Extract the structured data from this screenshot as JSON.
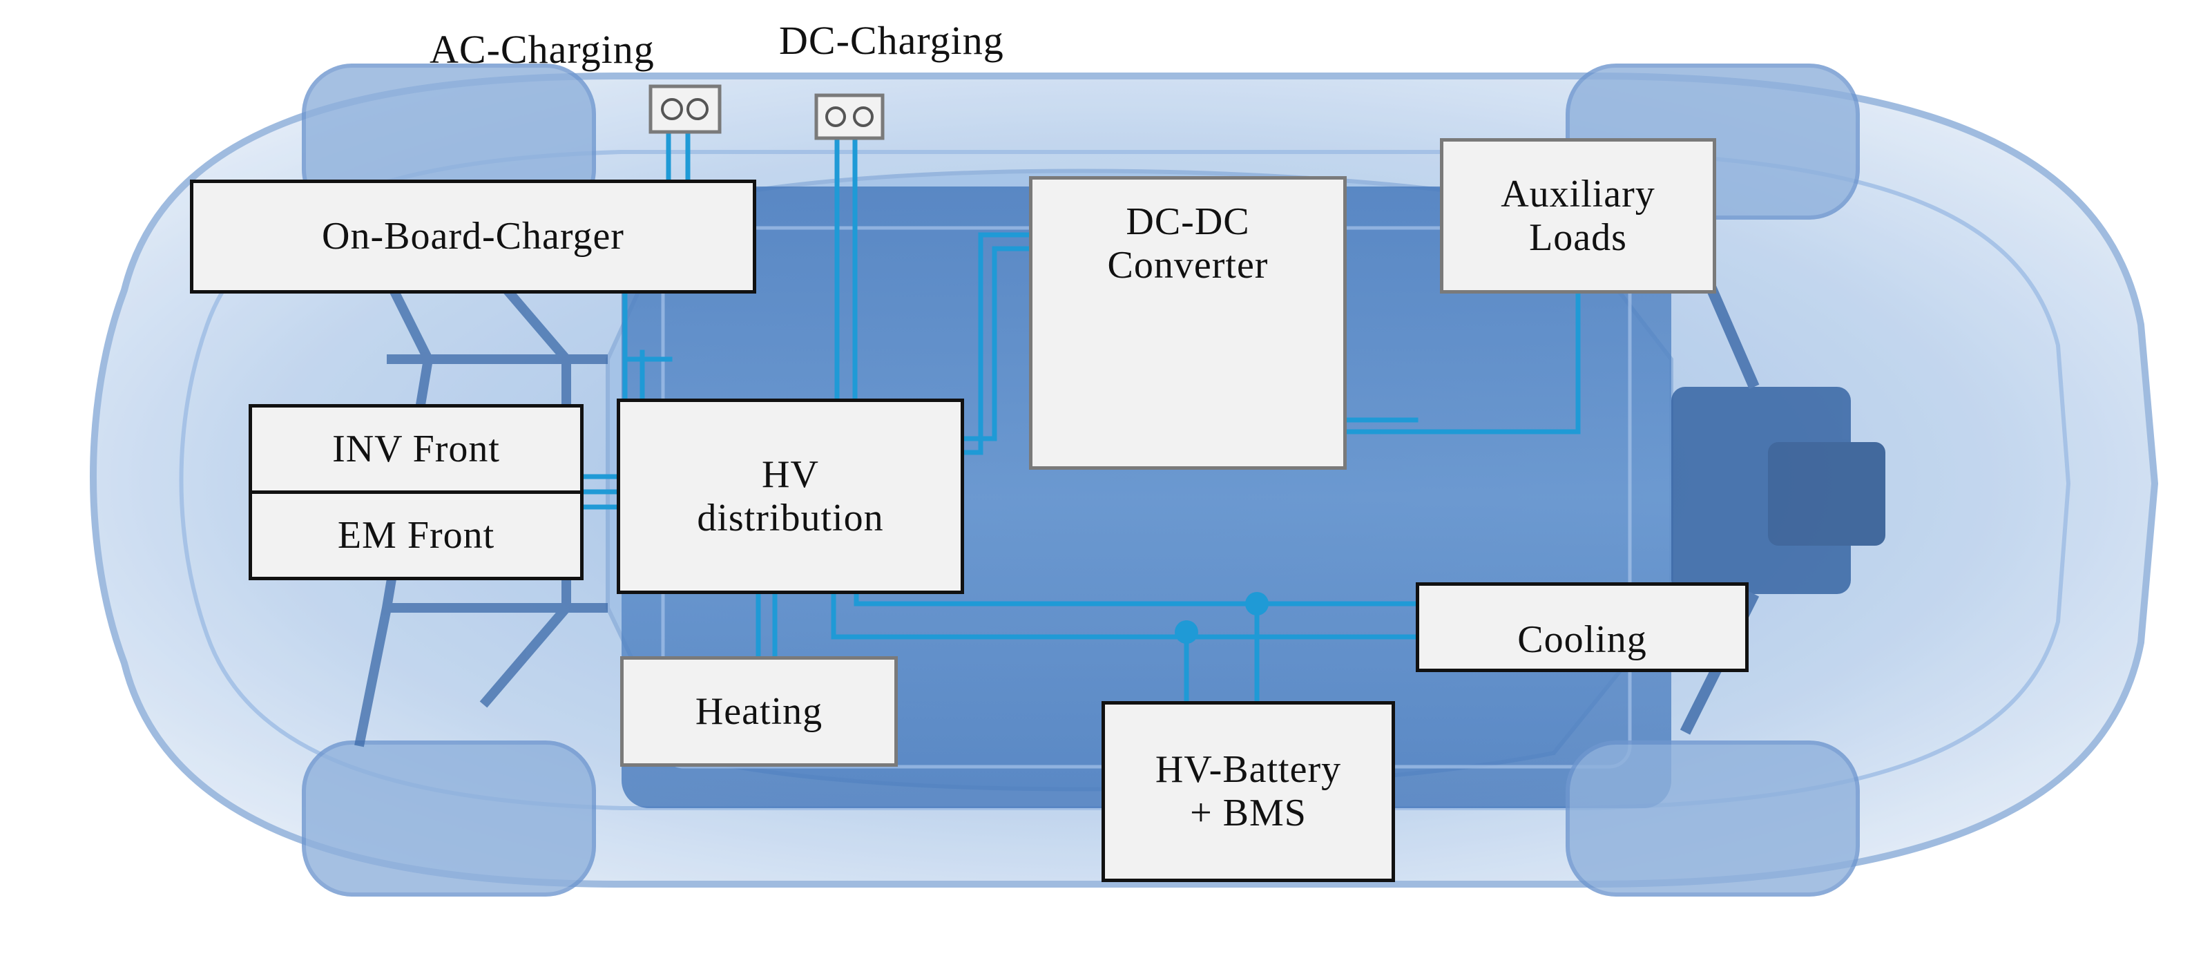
{
  "colors": {
    "wire": "#1f9ad6",
    "car_body": "#a9c6e8",
    "car_dark": "#3c6aa8",
    "box_fill": "#f2f2f2",
    "box_border_dark": "#111111",
    "box_border_grey": "#7a7a7a"
  },
  "labels": {
    "ac_charging": "AC-Charging",
    "dc_charging": "DC-Charging"
  },
  "components": {
    "on_board_charger": "On-Board-Charger",
    "dc_dc_converter": "DC-DC\nConverter",
    "auxiliary_loads": "Auxiliary\nLoads",
    "inv_front": "INV Front",
    "em_front": "EM Front",
    "hv_distribution": "HV\ndistribution",
    "heating": "Heating",
    "cooling": "Cooling",
    "hv_battery": "HV-Battery\n+ BMS"
  },
  "icons": {
    "ac_socket": "charging-socket-icon",
    "dc_socket": "charging-socket-icon",
    "car": "car-xray-illustration"
  }
}
